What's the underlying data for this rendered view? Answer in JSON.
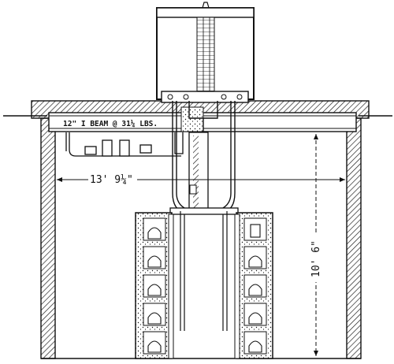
{
  "labels": {
    "beam": "12\" I BEAM @ 31¼ LBS.",
    "width_dim": "13' 9¼\"",
    "height_dim": "10' 6\""
  },
  "colors": {
    "ink": "#111111",
    "paper": "#ffffff"
  }
}
